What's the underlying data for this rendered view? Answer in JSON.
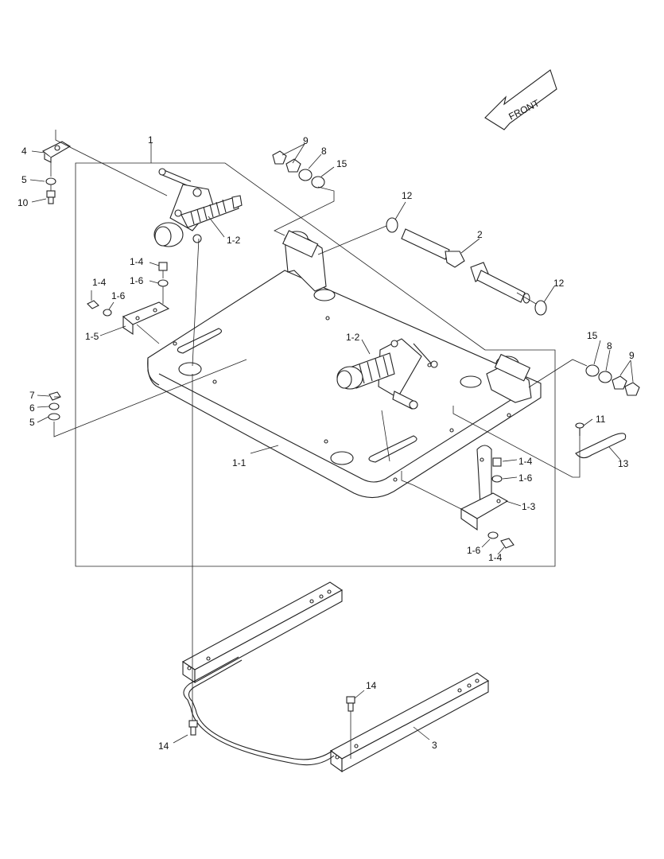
{
  "front_arrow": {
    "text": "FRONT"
  },
  "labels": {
    "l1": "1",
    "l2": "2",
    "l3": "3",
    "l4": "4",
    "l5a": "5",
    "l10": "10",
    "l9a": "9",
    "l8a": "8",
    "l15a": "15",
    "l12a": "12",
    "l12b": "12",
    "l1_2a": "1-2",
    "l1_2b": "1-2",
    "l1_4a": "1-4",
    "l1_6a": "1-6",
    "l1_4b": "1-4",
    "l1_6b": "1-6",
    "l1_5": "1-5",
    "l7": "7",
    "l6": "6",
    "l5b": "5",
    "l15b": "15",
    "l8b": "8",
    "l9b": "9",
    "l11": "11",
    "l13": "13",
    "l1_1": "1-1",
    "l1_4c": "1-4",
    "l1_6c": "1-6",
    "l1_3": "1-3",
    "l1_6d": "1-6",
    "l1_4d": "1-4",
    "l14a": "14",
    "l14b": "14"
  }
}
